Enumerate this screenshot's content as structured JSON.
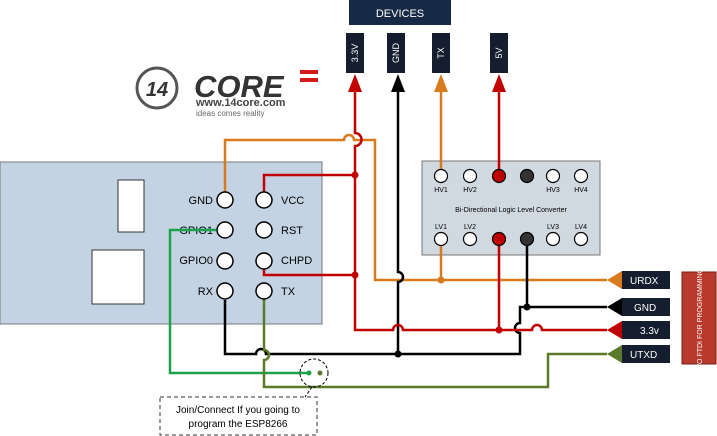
{
  "devices": {
    "title": "DEVICES",
    "pins": [
      "3.3V",
      "GND",
      "TX",
      "5V"
    ]
  },
  "logo": {
    "number": "14",
    "brand": "CORE",
    "url": "www.14core.com",
    "tagline": "ideas comes reality"
  },
  "esp_module": {
    "pins_left": [
      "GND",
      "GPIO1",
      "GPIO0",
      "RX"
    ],
    "pins_right": [
      "VCC",
      "RST",
      "CHPD",
      "TX"
    ]
  },
  "level_converter": {
    "title": "Bi-Directional Logic Level Converter",
    "hv_labels": [
      "HV1",
      "HV2",
      "HV3",
      "HV4"
    ],
    "lv_labels": [
      "LV1",
      "LV2",
      "LV3",
      "LV4"
    ]
  },
  "outputs": [
    "URDX",
    "GND",
    "3.3v",
    "UTXD"
  ],
  "ftdi_label": "TO FTDI FOR PROGRAMMING",
  "note": {
    "line1": "Join/Connect If you going to",
    "line2": "program the ESP8266"
  },
  "colors": {
    "orange": "#d87a1e",
    "red": "#c00000",
    "black": "#000000",
    "green": "#1aa34a",
    "olive": "#5a7a2a",
    "board": "#c4d3e3",
    "banner": "#162a45",
    "ftdi": "#b73a2c"
  }
}
